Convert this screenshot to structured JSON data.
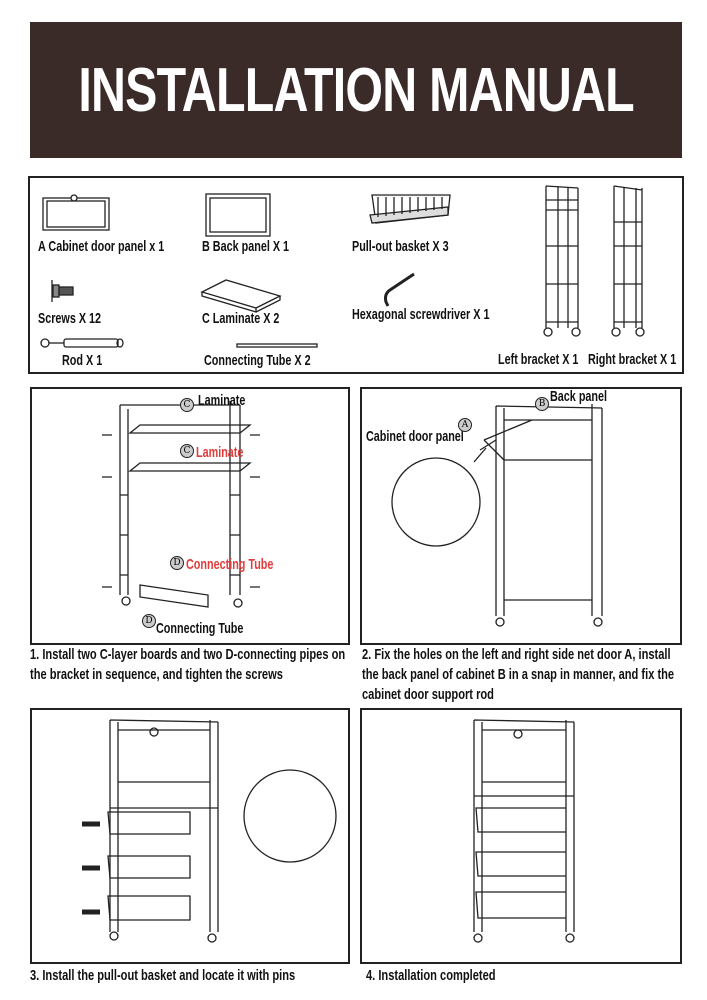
{
  "title": "INSTALLATION MANUAL",
  "parts": {
    "cabinet_door": "A Cabinet door panel x 1",
    "back_panel": "B Back panel X 1",
    "basket": "Pull-out basket X 3",
    "screws": "Screws X 12",
    "laminate": "C Laminate X 2",
    "screwdriver": "Hexagonal screwdriver X 1",
    "rod": "Rod X 1",
    "tube": "Connecting Tube  X 2",
    "left_bracket": "Left bracket X 1",
    "right_bracket": "Right bracket X 1"
  },
  "step1": {
    "labels": {
      "laminate_top": "Laminate",
      "laminate_red": "Laminate",
      "tube_red": "Connecting Tube",
      "tube": "Connecting Tube",
      "c1": "C",
      "c2": "C",
      "d1": "D",
      "d2": "D"
    },
    "caption": "1. Install two C-layer boards and two D-connecting pipes on the bracket in sequence, and tighten the screws"
  },
  "step2": {
    "labels": {
      "back_panel": "Back panel",
      "door_panel": "Cabinet door panel",
      "a": "A",
      "b": "B"
    },
    "caption": "2. Fix the holes on the left and right side net door A, install the back panel of cabinet B in a snap in manner, and fix the cabinet door support rod"
  },
  "step3": {
    "caption": "3. Install the pull-out basket and locate it with pins"
  },
  "step4": {
    "caption": "4. Installation completed"
  },
  "colors": {
    "header_bg": "#3a2b28",
    "highlight": "#e23b3b"
  }
}
